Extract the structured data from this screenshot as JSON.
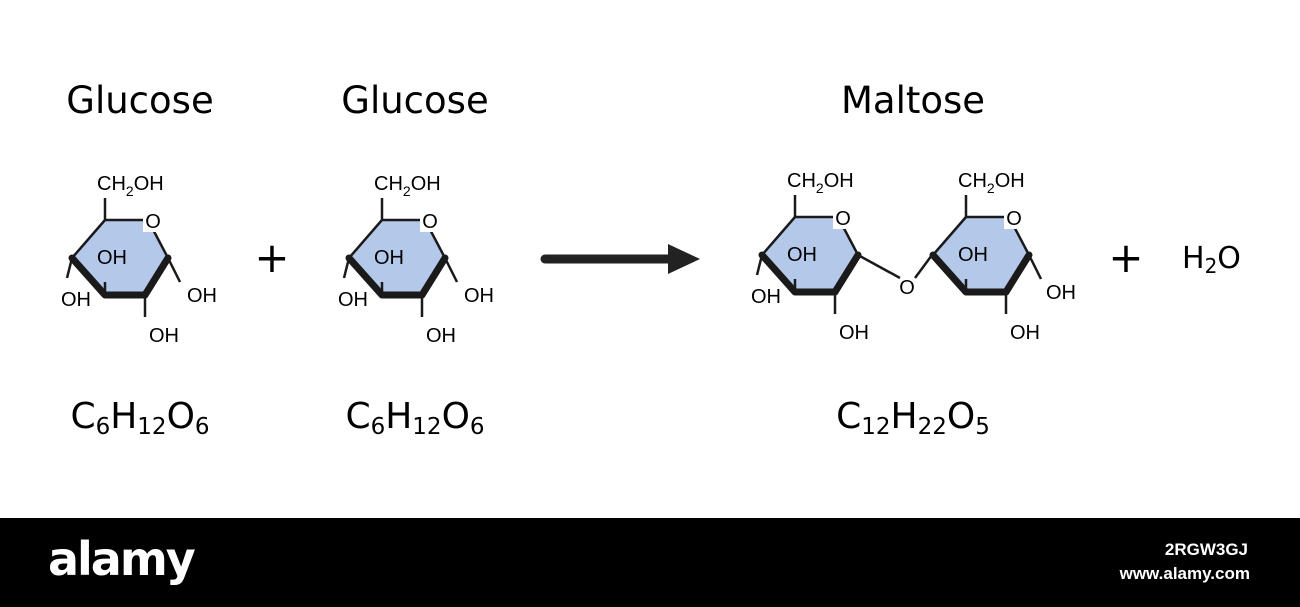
{
  "titles": {
    "glucose_1": "Glucose",
    "glucose_2": "Glucose",
    "maltose": "Maltose"
  },
  "groups": {
    "ch2oh": {
      "main": "CH",
      "sub": "2",
      "tail": "OH"
    },
    "hydroxyl": "OH",
    "ring_oxygen": "O",
    "bridge_oxygen": "O"
  },
  "formulas": {
    "glucose_1": {
      "c": "C",
      "c_n": "6",
      "h": "H",
      "h_n": "12",
      "o": "O",
      "o_n": "6"
    },
    "glucose_2": {
      "c": "C",
      "c_n": "6",
      "h": "H",
      "h_n": "12",
      "o": "O",
      "o_n": "6"
    },
    "maltose": {
      "c": "C",
      "c_n": "12",
      "h": "H",
      "h_n": "22",
      "o": "O",
      "o_n": "5"
    }
  },
  "operators": {
    "plus": "+"
  },
  "water": {
    "h": "H",
    "h_n": "2",
    "o": "O"
  },
  "colors": {
    "ring_fill": "#b4c8ea",
    "line": "#1a1a1a",
    "arrow": "#222222",
    "footer_bg": "#000000"
  },
  "footer": {
    "logo": "alamy",
    "code": "2RGW3GJ",
    "url": "www.alamy.com"
  }
}
